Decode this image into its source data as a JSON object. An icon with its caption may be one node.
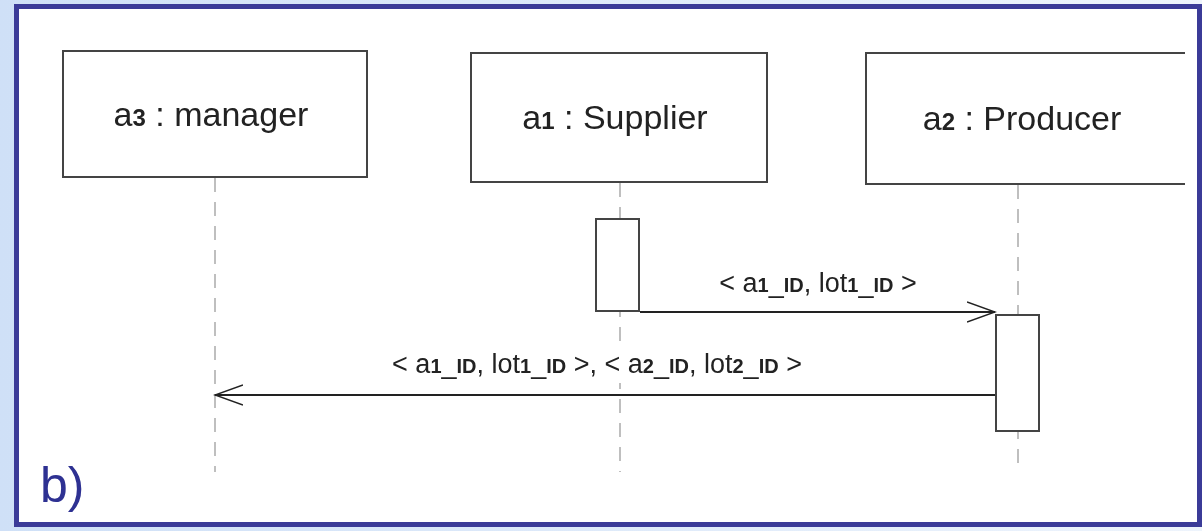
{
  "diagram": {
    "nodes": [
      {
        "text": [
          "a**3** : manager"
        ]
      },
      {
        "text": [
          "a**1** : Supplier"
        ]
      },
      {
        "text": [
          "a**2** : Producer"
        ]
      },
      {
        "text": [],
        "shape": "bar"
      },
      {
        "text": [],
        "shape": "bar"
      }
    ],
    "edges": [
      {
        "from": 3,
        "to": 4,
        "arrow": "to",
        "label": "< a**1**_**ID**, lot**1**_**ID** >"
      },
      {
        "from": 4,
        "to": null,
        "arrow": "to",
        "label": "< a**1**_**ID**, lot**1**_**ID** >, < a**2**_**ID**, lot**2**_**ID** >"
      }
    ],
    "labels": [
      "b)"
    ]
  }
}
